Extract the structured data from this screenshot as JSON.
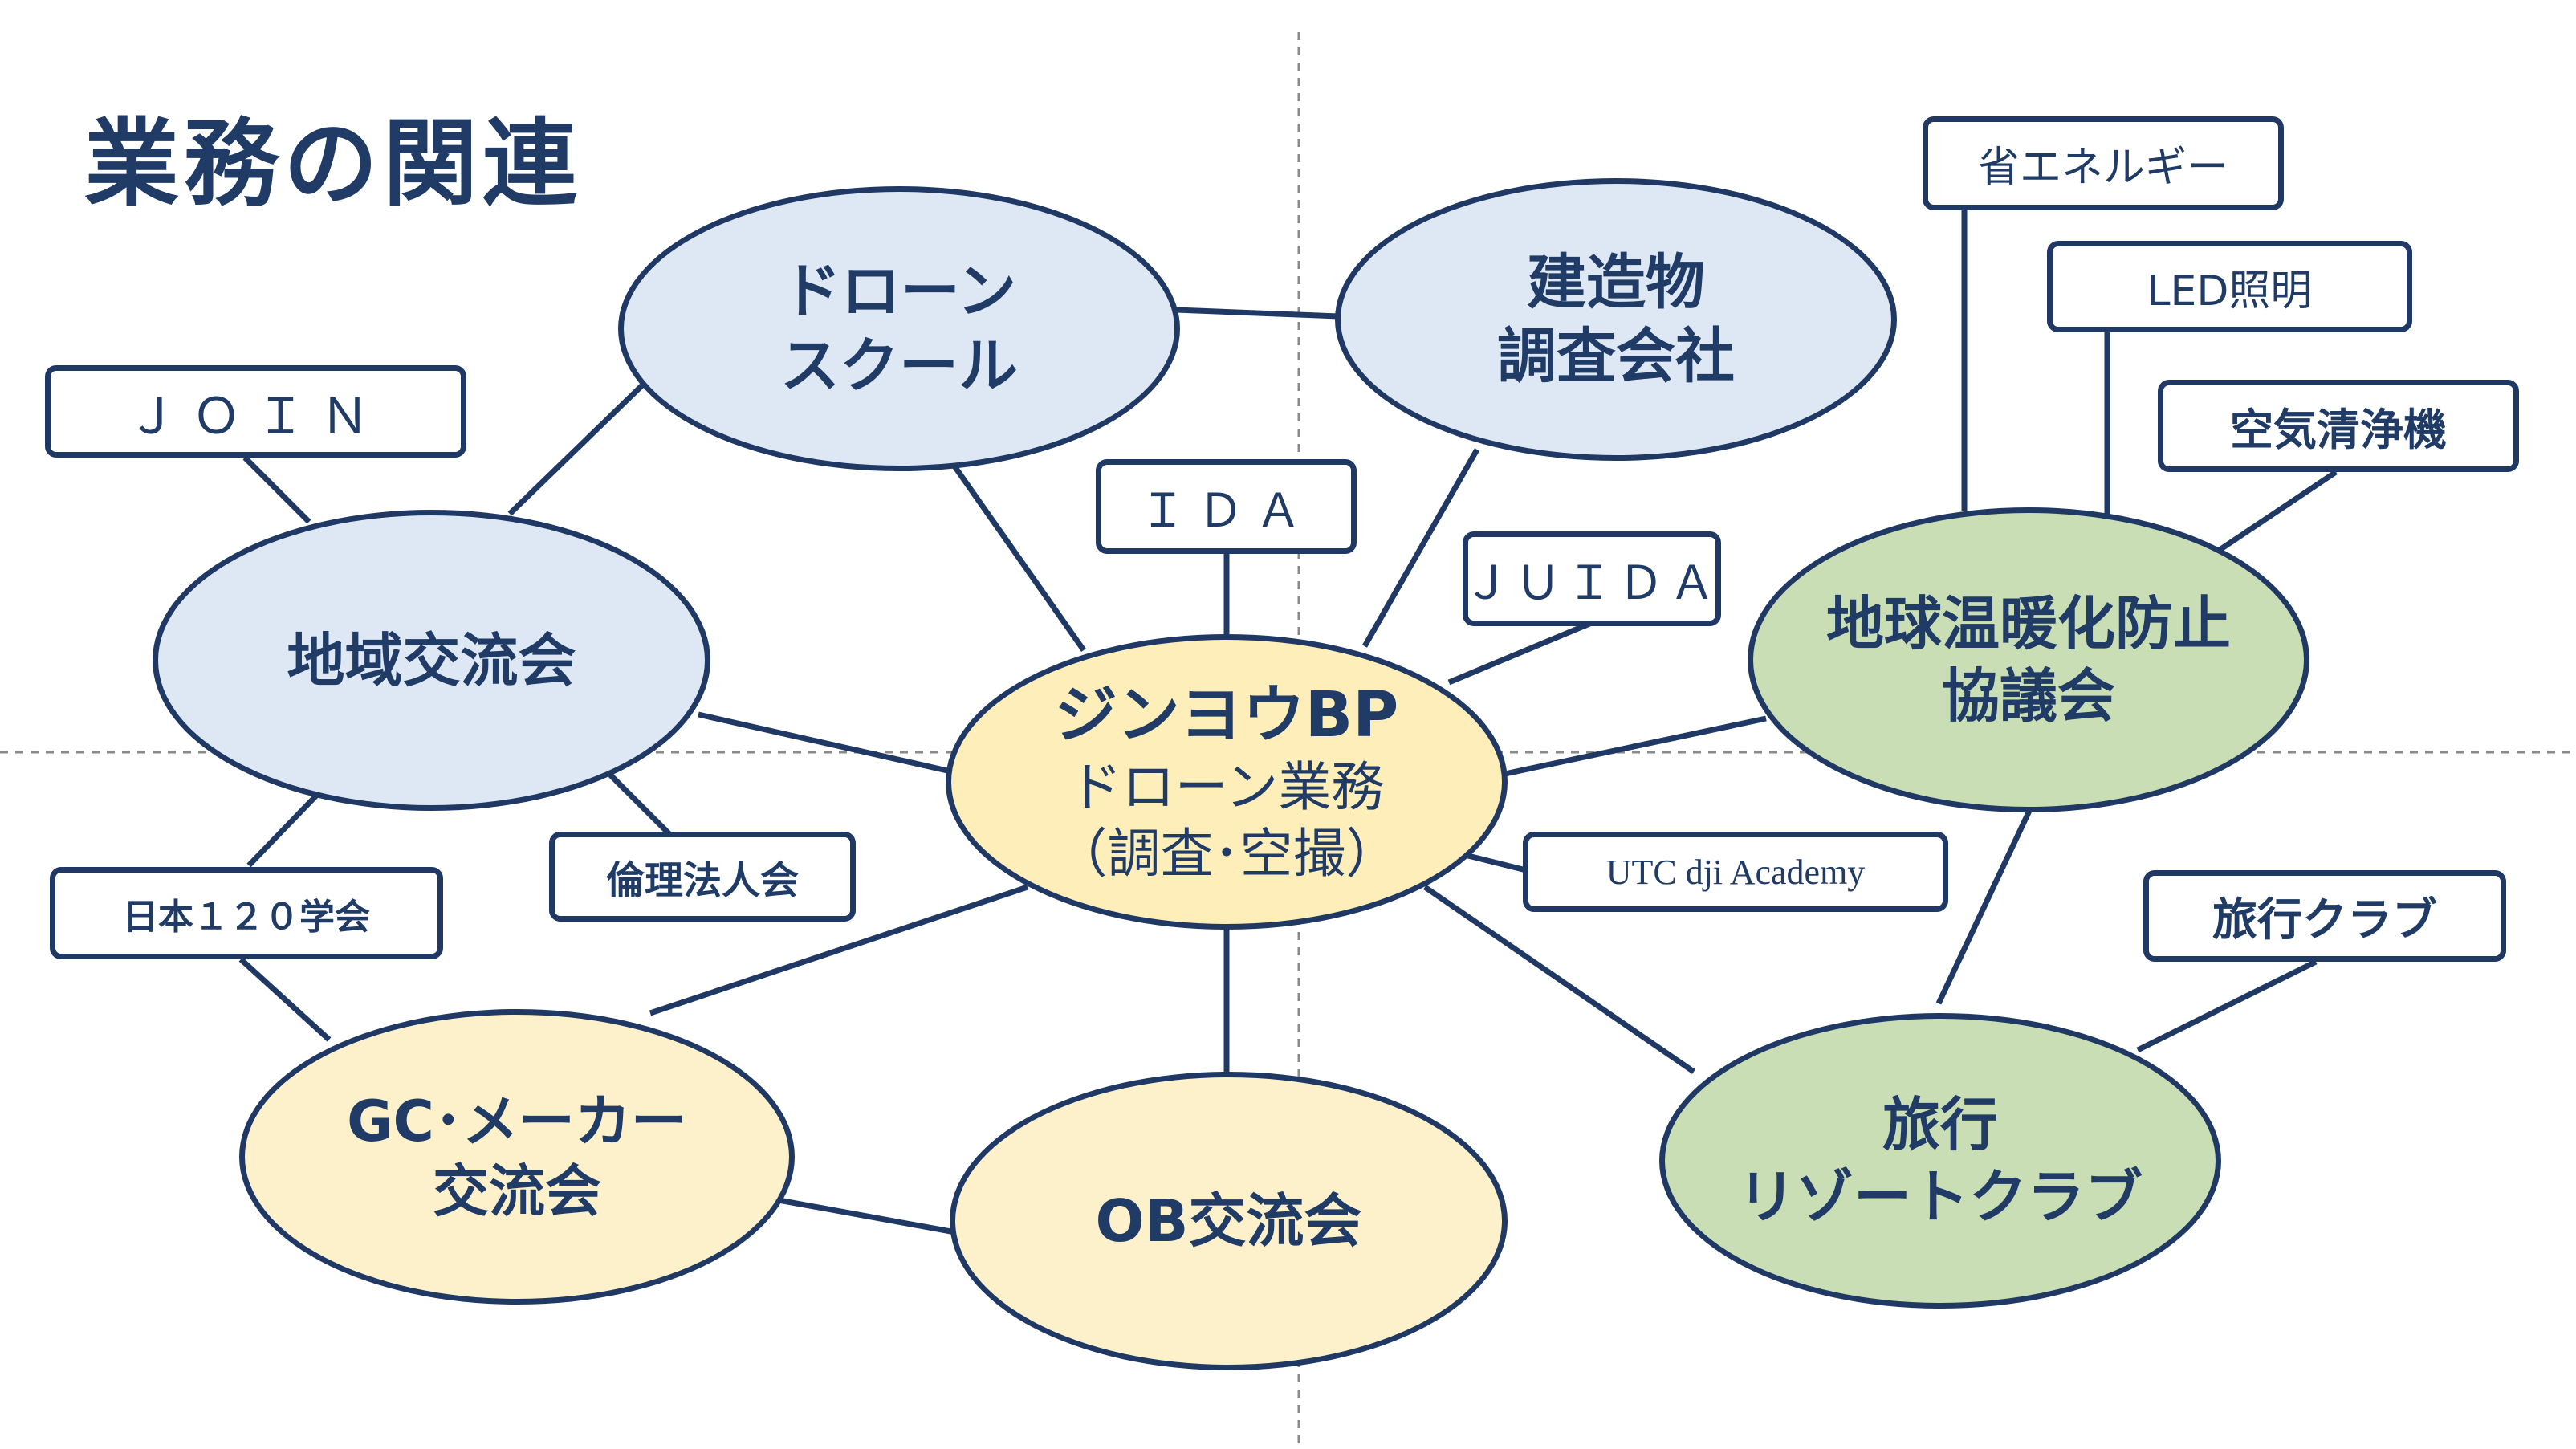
{
  "title": "業務の関連",
  "center": {
    "name": "ジンヨウBP",
    "line2": "ドローン業務",
    "line3": "（調査･空撮）"
  },
  "nodes": {
    "drone_school": {
      "line1": "ドローン",
      "line2": "スクール"
    },
    "building_survey": {
      "line1": "建造物",
      "line2": "調査会社"
    },
    "regional_exchange": {
      "line1": "地域交流会"
    },
    "global_warming": {
      "line1": "地球温暖化防止",
      "line2": "協議会"
    },
    "gc_maker": {
      "line1": "GC･メーカー",
      "line2": "交流会"
    },
    "ob_exchange": {
      "line1": "OB交流会"
    },
    "travel_resort": {
      "line1": "旅行",
      "line2": "リゾートクラブ"
    }
  },
  "boxes": {
    "join": "ＪＯＩＮ",
    "ida": "ＩＤＡ",
    "juida": "ＪＵＩＤＡ",
    "ethics": "倫理法人会",
    "nihon120": "日本１２０学会",
    "utc": "UTC dji Academy",
    "energy": "省エネルギー",
    "led": "LED照明",
    "air": "空気清浄機",
    "travel_club": "旅行クラブ"
  },
  "colors": {
    "outline": "#1f3864",
    "text": "#1f3b66",
    "blue_fill": "#dde8f4",
    "green_fill": "#c9deb4",
    "yellow_fill": "#fdeeba",
    "cream_fill": "#fdf1cc",
    "guide": "#8a8a8a"
  }
}
